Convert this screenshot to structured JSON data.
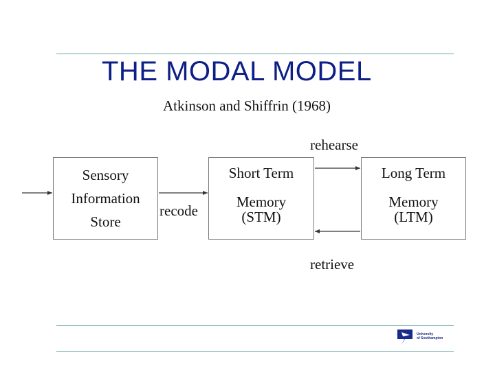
{
  "slide": {
    "title": "THE MODAL MODEL",
    "subtitle": "Atkinson and Shiffrin (1968)"
  },
  "diagram": {
    "boxes": {
      "sensory": {
        "lines": [
          "Sensory",
          "Information",
          "Store"
        ]
      },
      "stm": {
        "lines": [
          "Short Term",
          "Memory",
          "(STM)"
        ]
      },
      "ltm": {
        "lines": [
          "Long Term",
          "Memory",
          "(LTM)"
        ]
      }
    },
    "arrow_labels": {
      "recode": "recode",
      "rehearse": "rehearse",
      "retrieve": "retrieve"
    }
  },
  "footer": {
    "logo_lines": [
      "University",
      "of Southampton"
    ]
  },
  "colors": {
    "title": "#0d1f86",
    "rule": "#6aa3a6",
    "box_border": "#777777"
  }
}
